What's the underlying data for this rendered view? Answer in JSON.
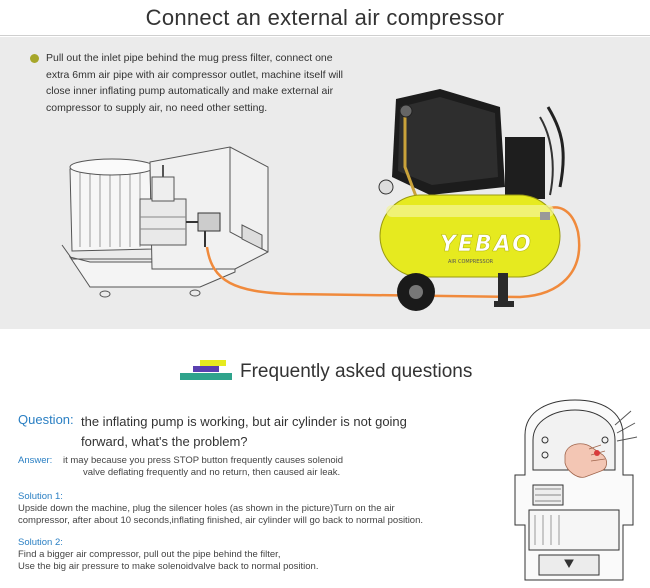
{
  "header": {
    "title": "Connect an external air compressor"
  },
  "intro": {
    "text": "Pull out the inlet pipe behind the mug press filter, connect one extra 6mm air pipe with air compressor outlet, machine itself will close inner inflating pump automatically and make external air compressor to supply air, no need other setting."
  },
  "compressor": {
    "brand": "YEBAO",
    "sub_brand": "AIR COMPRESSOR"
  },
  "faq": {
    "title": "Frequently asked questions",
    "question_label": "Question:",
    "question_text": "the inflating pump is working, but air cylinder is not going forward, what's the problem?",
    "answer_label": "Answer:",
    "answer_line1": "it may because you press STOP button frequently causes solenoid",
    "answer_line2": "valve deflating frequently and no return, then caused air leak.",
    "solution1_label": "Solution 1:",
    "solution1_line1": "Upside down the machine, plug the silencer holes (as shown in the picture)Turn on the air",
    "solution1_line2": "compressor, after about 10 seconds,inflating finished, air cylinder will go back to normal position.",
    "solution2_label": "Solution 2:",
    "solution2_line1": "Find a bigger air compressor, pull out the pipe behind the filter,",
    "solution2_line2": "Use the big air pressure to make solenoidvalve back to normal position."
  },
  "colors": {
    "accent_blue": "#2a7fc3",
    "bullet_olive": "#a7a72a",
    "compressor_yellow": "#e6ea1f",
    "hose_orange": "#f08a3c"
  }
}
